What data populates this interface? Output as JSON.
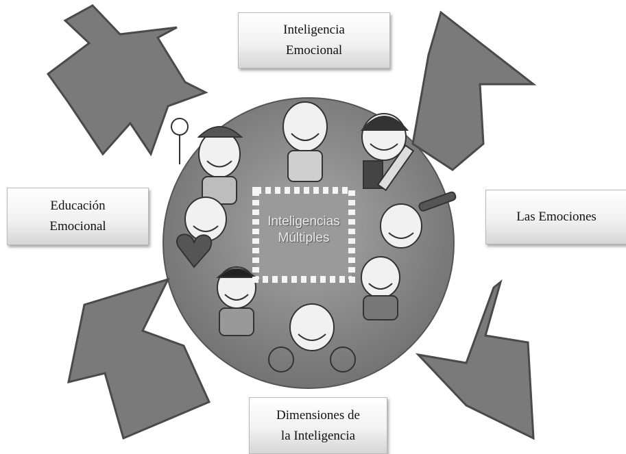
{
  "diagram": {
    "center": {
      "line1": "Inteligencias",
      "line2": "Múltiples"
    },
    "boxes": {
      "top": "Inteligencia\nEmocional",
      "left": "Educación\nEmocional",
      "right": "Las Emociones",
      "bottom": "Dimensiones  de\nla Inteligencia"
    }
  },
  "colors": {
    "arrow_fill": "#7a7a7a",
    "arrow_stroke": "#4a4a4a",
    "circle_fill": "#8e8e8e"
  }
}
